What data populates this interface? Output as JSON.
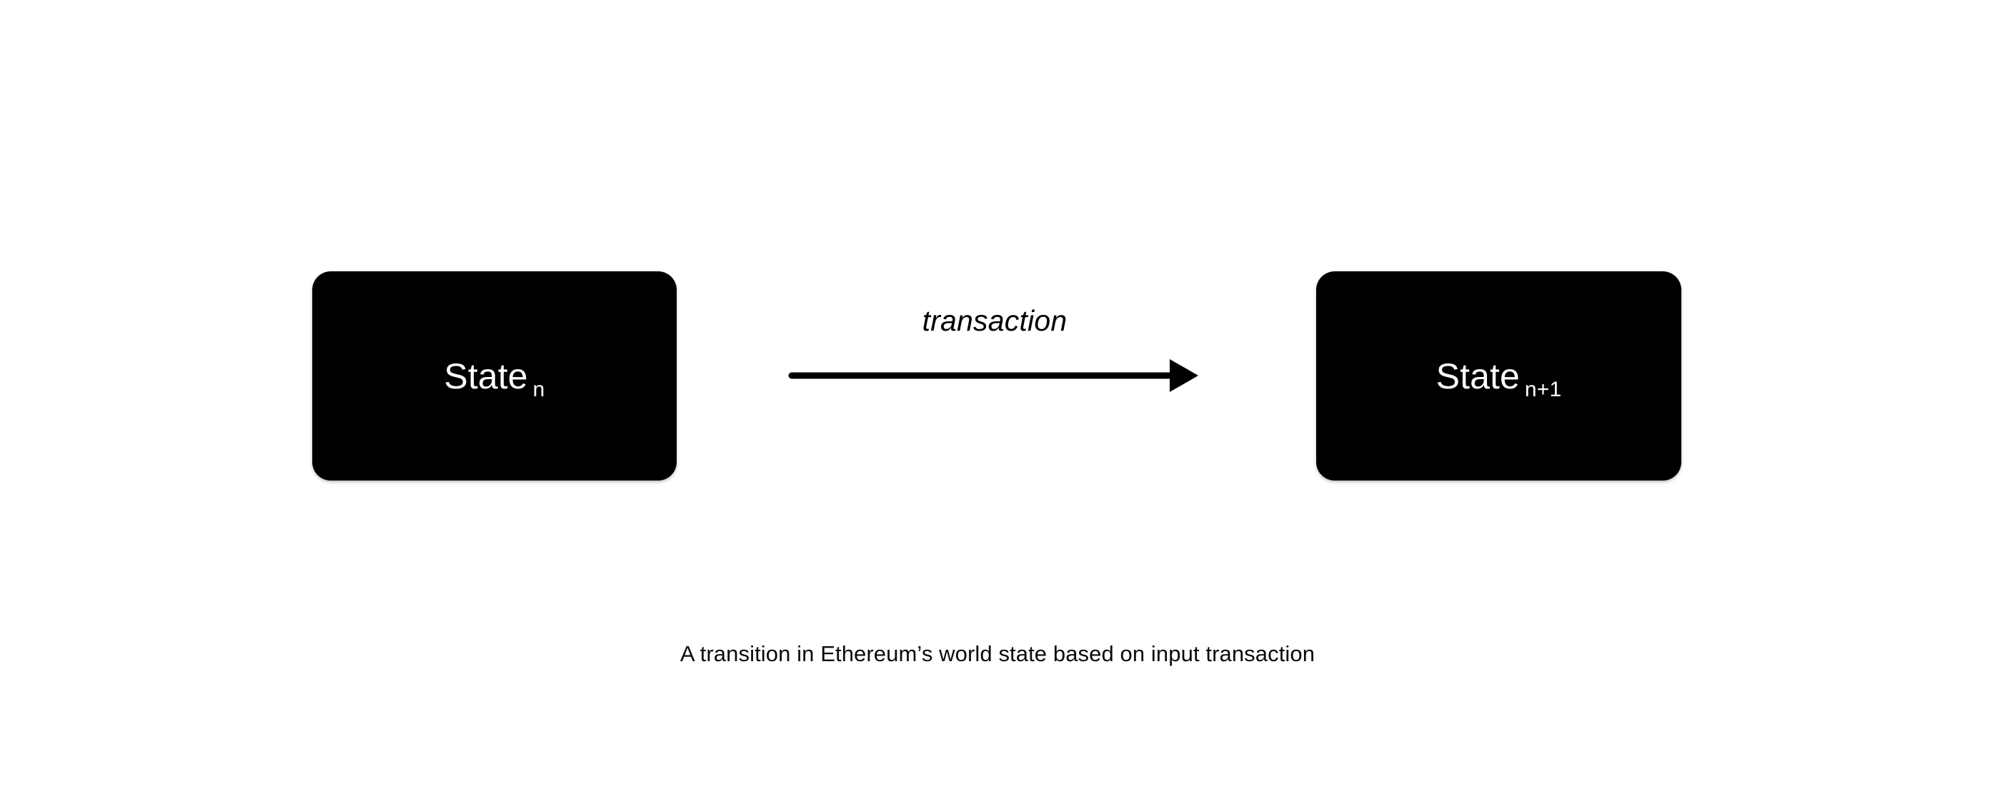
{
  "diagram": {
    "background_color": "#ffffff",
    "node_color": "#000000",
    "node_text_color": "#ffffff",
    "stroke_color": "#000000",
    "nodes": [
      {
        "id": "state-n",
        "base_label": "State",
        "subscript": "n"
      },
      {
        "id": "state-n-plus-1",
        "base_label": "State",
        "subscript": "n+1"
      }
    ],
    "edge": {
      "label": "transaction",
      "direction": "left-to-right",
      "style": "solid-arrow"
    },
    "caption": "A transition in Ethereum’s world state based on input transaction"
  }
}
